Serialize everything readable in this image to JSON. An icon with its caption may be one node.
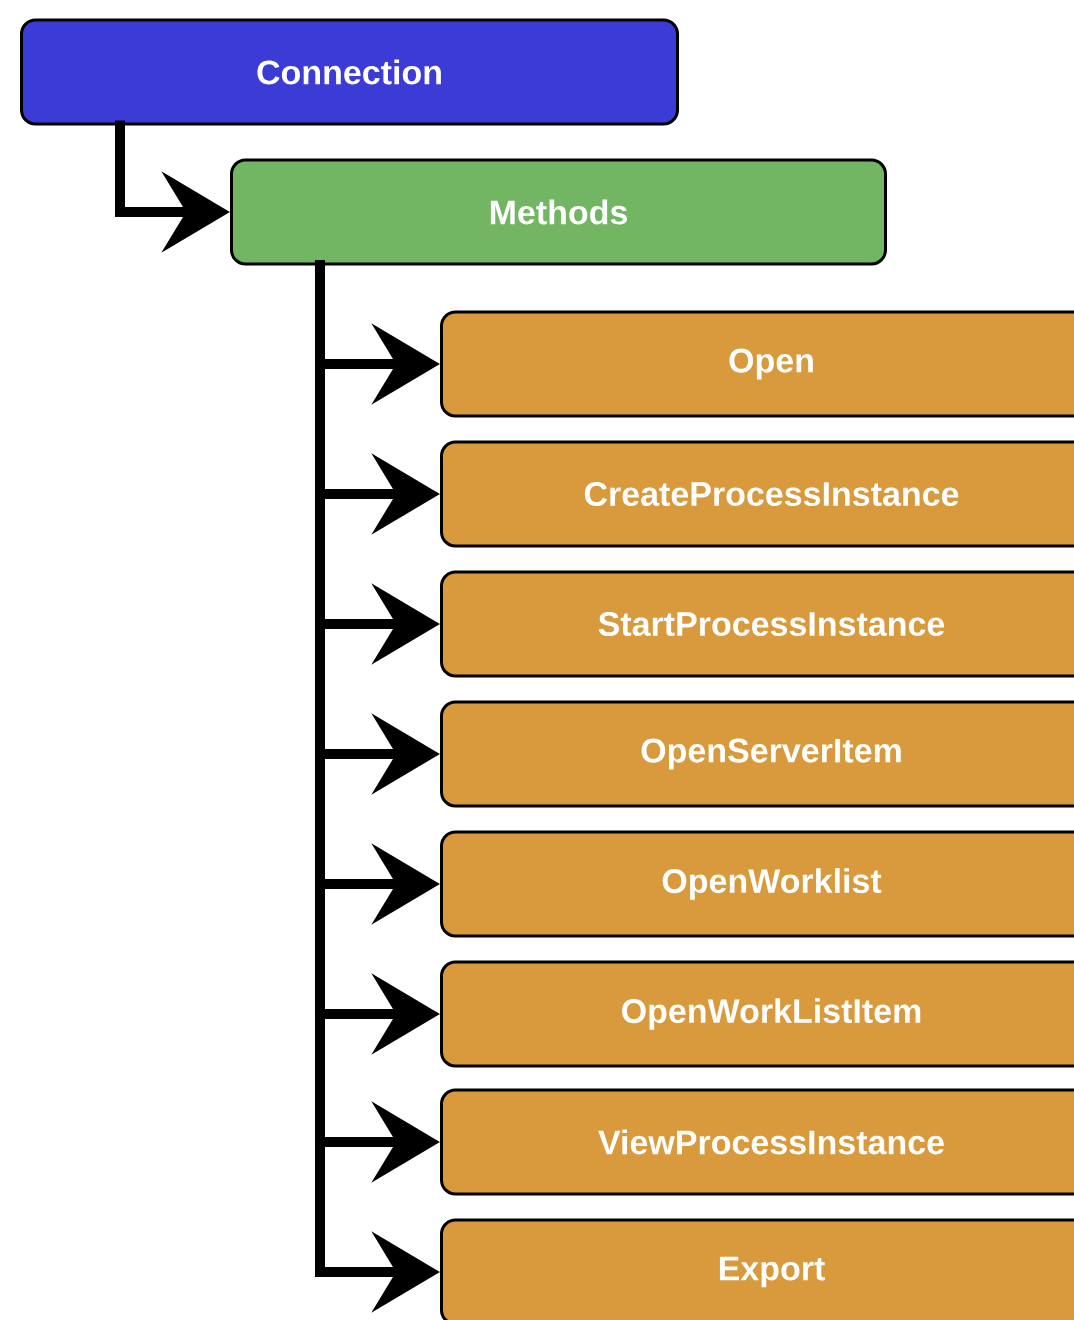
{
  "diagram": {
    "nodes": [
      {
        "text": [
          "Connection"
        ]
      },
      {
        "text": [
          "Methods"
        ]
      },
      {
        "text": [
          "Open"
        ]
      },
      {
        "text": [
          "CreateProcessInstance"
        ]
      },
      {
        "text": [
          "StartProcessInstance"
        ]
      },
      {
        "text": [
          "OpenServerItem"
        ]
      },
      {
        "text": [
          "OpenWorklist"
        ]
      },
      {
        "text": [
          "OpenWorkListItem"
        ]
      },
      {
        "text": [
          "ViewProcessInstance"
        ]
      },
      {
        "text": [
          "Export"
        ]
      }
    ],
    "edges": [
      {
        "from": 0,
        "to": 1,
        "arrow": "to"
      },
      {
        "from": 1,
        "to": 2,
        "arrow": "to"
      },
      {
        "from": 1,
        "to": 3,
        "arrow": "to"
      },
      {
        "from": 1,
        "to": 4,
        "arrow": "to"
      },
      {
        "from": 1,
        "to": 5,
        "arrow": "to"
      },
      {
        "from": 1,
        "to": 6,
        "arrow": "to"
      },
      {
        "from": 1,
        "to": 7,
        "arrow": "to"
      },
      {
        "from": 1,
        "to": 8,
        "arrow": "to"
      },
      {
        "from": 1,
        "to": 9,
        "arrow": "to"
      }
    ]
  }
}
